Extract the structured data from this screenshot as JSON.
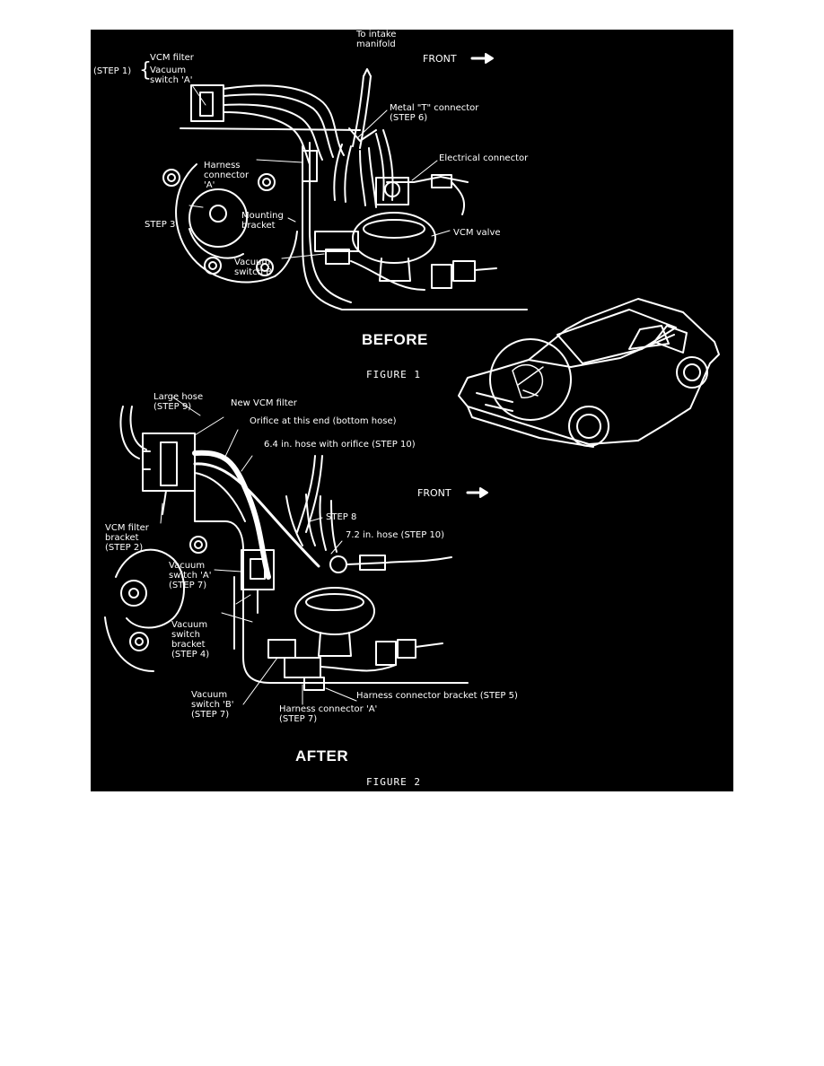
{
  "figure1": {
    "title": "BEFORE",
    "caption": "FIGURE 1",
    "labels": {
      "to_intake": "To intake\nmanifold",
      "front": "FRONT",
      "step1": "(STEP 1)",
      "vcm_filter": "VCM filter",
      "vacuum_switch_a": "Vacuum\nswitch 'A'",
      "metal_t": "Metal \"T\" connector\n(STEP 6)",
      "electrical_connector": "Electrical connector",
      "harness_connector_a": "Harness\nconnector\n'A'",
      "step3": "STEP 3",
      "mounting_bracket": "Mounting\nbracket",
      "vcm_valve": "VCM valve",
      "vacuum_switch_b": "Vacuum\nswitch B"
    }
  },
  "figure2": {
    "title": "AFTER",
    "caption": "FIGURE 2",
    "labels": {
      "large_hose": "Large hose\n(STEP 9)",
      "new_vcm_filter": "New VCM filter",
      "orifice": "Orifice at this end (bottom hose)",
      "hose_64": "6.4 in. hose with orifice (STEP 10)",
      "front": "FRONT",
      "step8": "STEP 8",
      "hose_72": "7.2 in. hose (STEP 10)",
      "vcm_filter_bracket": "VCM filter\nbracket\n(STEP 2)",
      "vacuum_switch_a": "Vacuum\nswitch 'A'\n(STEP 7)",
      "vacuum_switch_bracket": "Vacuum\nswitch\nbracket\n(STEP 4)",
      "vacuum_switch_b": "Vacuum\nswitch 'B'\n(STEP 7)",
      "harness_connector_a": "Harness connector 'A'\n(STEP 7)",
      "harness_connector_bracket": "Harness connector bracket (STEP 5)"
    }
  },
  "colors": {
    "background": "#000000",
    "line": "#ffffff",
    "page": "#ffffff"
  }
}
